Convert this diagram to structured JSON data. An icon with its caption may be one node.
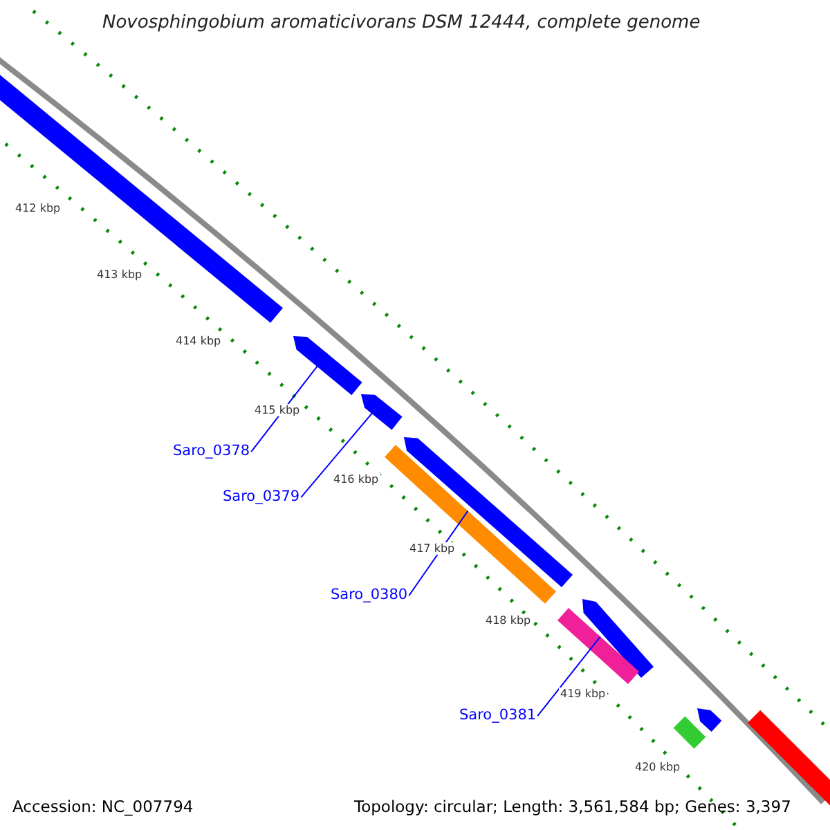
{
  "diagram": {
    "title": "Novosphingobium aromaticivorans DSM 12444, complete genome",
    "nodes": [
      {
        "text": [],
        "shape": "bar"
      },
      {
        "text": [],
        "shape": "pentagon"
      },
      {
        "text": [],
        "shape": "pentagon"
      },
      {
        "text": [],
        "shape": "pentagon"
      },
      {
        "text": [],
        "shape": "bar"
      },
      {
        "text": [],
        "shape": "pentagon"
      },
      {
        "text": [],
        "shape": "bar"
      },
      {
        "text": [],
        "shape": "bar"
      },
      {
        "text": [],
        "shape": "pentagon"
      },
      {
        "text": [],
        "shape": "bar"
      },
      {
        "text": [
          "Saro_0378"
        ]
      },
      {
        "text": [
          "Saro_0379"
        ]
      },
      {
        "text": [
          "Saro_0380"
        ]
      },
      {
        "text": [
          "Saro_0381"
        ]
      }
    ],
    "edges": [
      {
        "from": 10,
        "to": 1,
        "arrow": "none"
      },
      {
        "from": 11,
        "to": 2,
        "arrow": "none"
      },
      {
        "from": 12,
        "to": 4,
        "arrow": "none"
      },
      {
        "from": 13,
        "to": 6,
        "arrow": "none"
      }
    ],
    "labels": [
      "412 kbp",
      "413 kbp",
      "414 kbp",
      "415 kbp",
      "416 kbp",
      "417 kbp",
      "418 kbp",
      "419 kbp",
      "420 kbp",
      "Accession: NC_007794",
      "Topology: circular; Length: 3,561,584 bp; Genes: 3,397"
    ]
  }
}
